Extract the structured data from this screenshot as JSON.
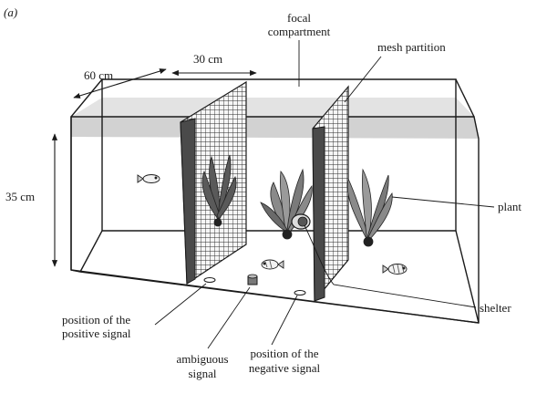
{
  "panel_label": "(a)",
  "labels": {
    "focal_line1": "focal",
    "focal_line2": "compartment",
    "mesh_partition": "mesh partition",
    "dim_width": "60 cm",
    "dim_compartment": "30 cm",
    "dim_height": "35 cm",
    "plant": "plant",
    "shelter": "shelter",
    "positive_line1": "position of the",
    "positive_line2": "positive signal",
    "ambiguous_line1": "ambiguous",
    "ambiguous_line2": "signal",
    "negative_line1": "position of the",
    "negative_line2": "negative signal"
  }
}
